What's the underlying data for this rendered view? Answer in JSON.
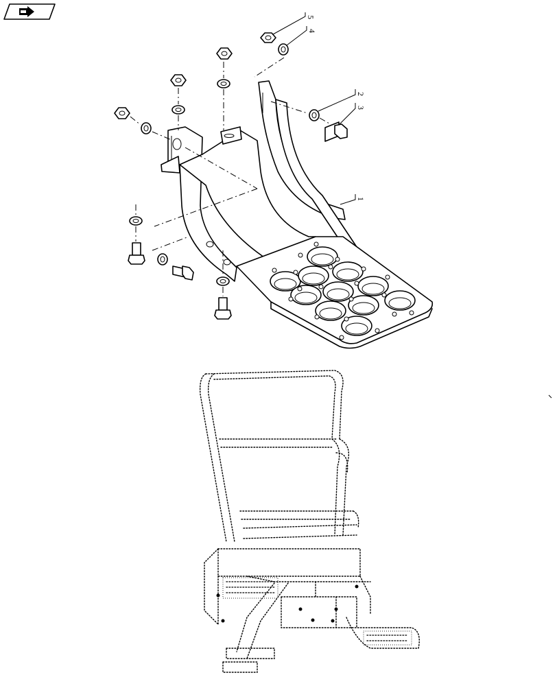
{
  "nav": {
    "icon": "navigation-arrow-icon"
  },
  "callouts": [
    {
      "id": "c5",
      "text": "5"
    },
    {
      "id": "c4",
      "text": "4"
    },
    {
      "id": "c2",
      "text": "2"
    },
    {
      "id": "c3",
      "text": "3"
    },
    {
      "id": "c1",
      "text": "1"
    }
  ]
}
